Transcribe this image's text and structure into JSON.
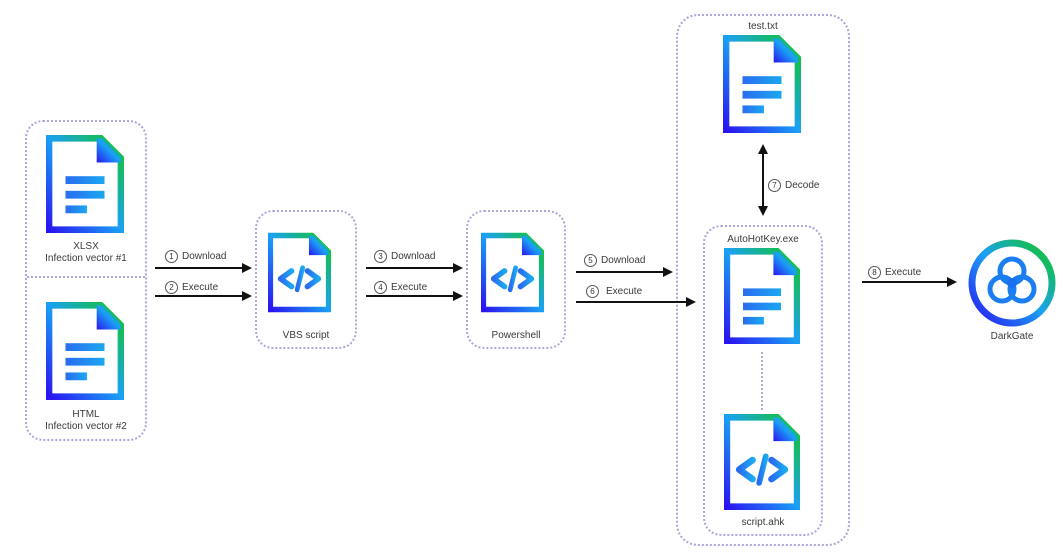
{
  "nodes": {
    "xlsx": {
      "title": "XLSX",
      "subtitle": "Infection vector #1",
      "icon": "document-icon"
    },
    "html": {
      "title": "HTML",
      "subtitle": "Infection vector #2",
      "icon": "document-icon"
    },
    "vbs": {
      "label": "VBS script",
      "icon": "code-file-icon"
    },
    "powershell": {
      "label": "Powershell",
      "icon": "code-file-icon"
    },
    "testtxt": {
      "label": "test.txt",
      "icon": "document-icon"
    },
    "autohotkey": {
      "label": "AutoHotKey.exe",
      "icon": "document-icon"
    },
    "scriptahk": {
      "label": "script.ahk",
      "icon": "code-file-icon"
    },
    "darkgate": {
      "label": "DarkGate",
      "icon": "biohazard-icon"
    }
  },
  "steps": [
    {
      "num": "1",
      "label": "Download"
    },
    {
      "num": "2",
      "label": "Execute"
    },
    {
      "num": "3",
      "label": "Download"
    },
    {
      "num": "4",
      "label": "Execute"
    },
    {
      "num": "5",
      "label": "Download"
    },
    {
      "num": "6",
      "label": "Execute"
    },
    {
      "num": "7",
      "label": "Decode"
    },
    {
      "num": "8",
      "label": "Execute"
    }
  ],
  "colors": {
    "gradient_start": "#2a14f0",
    "gradient_mid": "#1aa0f5",
    "gradient_end": "#12c81e",
    "box_border": "#a9a6dc",
    "arrow": "#111111"
  }
}
